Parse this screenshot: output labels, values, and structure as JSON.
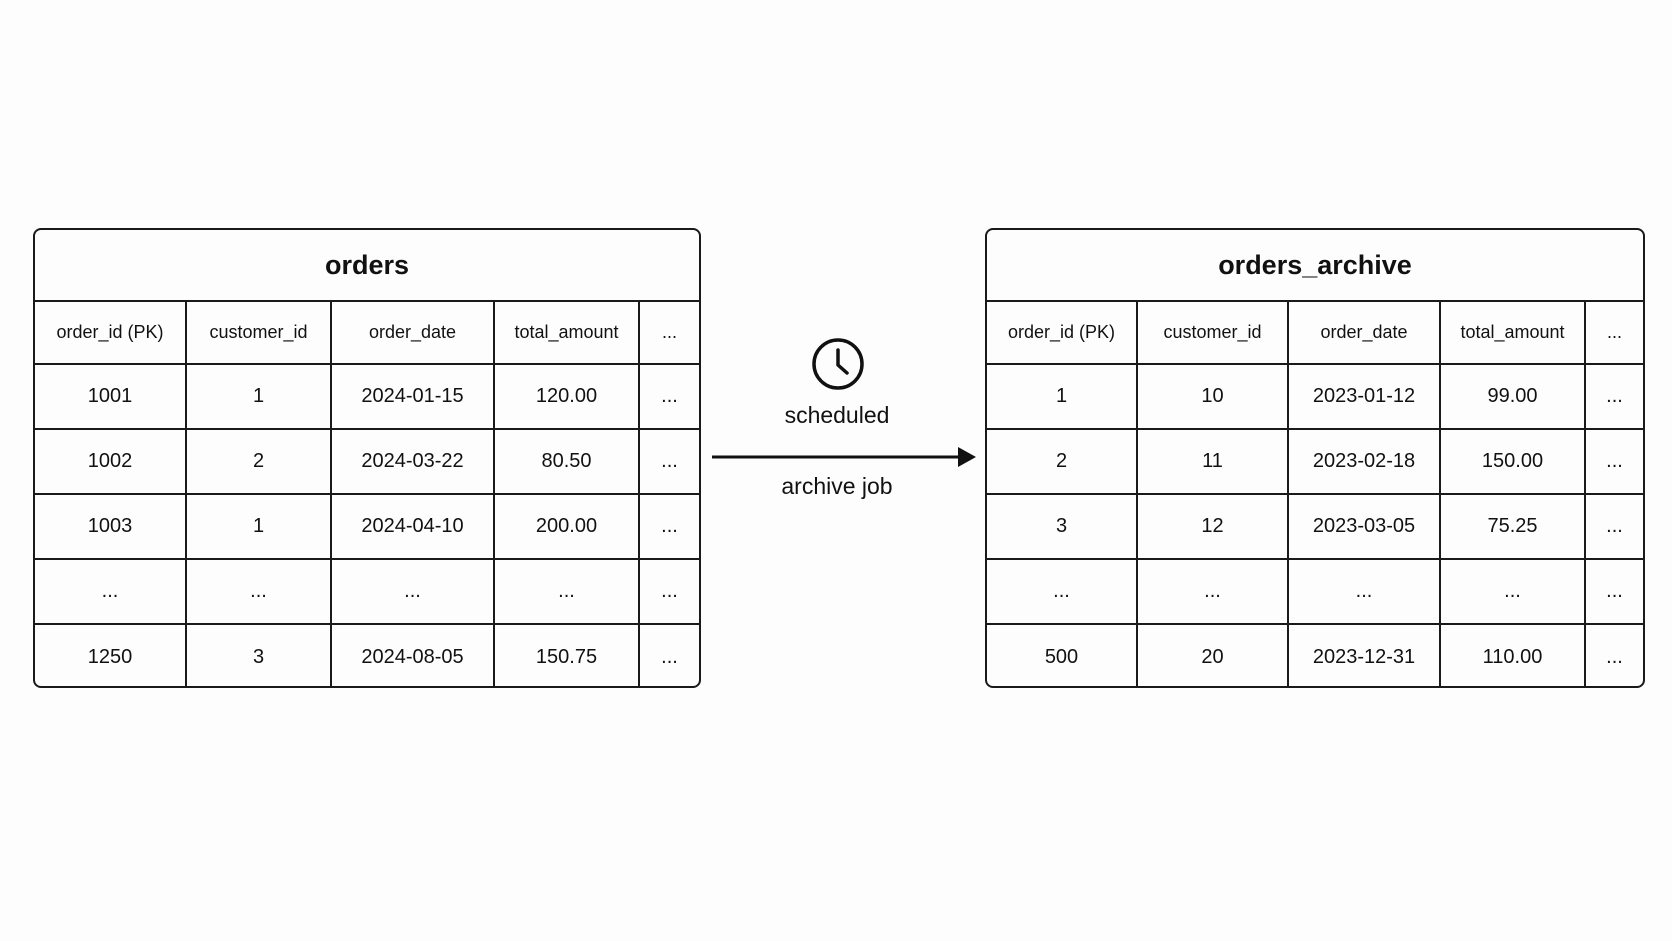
{
  "source_table": {
    "title": "orders",
    "columns": [
      "order_id (PK)",
      "customer_id",
      "order_date",
      "total_amount",
      "..."
    ],
    "rows": [
      [
        "1001",
        "1",
        "2024-01-15",
        "120.00",
        "..."
      ],
      [
        "1002",
        "2",
        "2024-03-22",
        "80.50",
        "..."
      ],
      [
        "1003",
        "1",
        "2024-04-10",
        "200.00",
        "..."
      ],
      [
        "...",
        "...",
        "...",
        "...",
        "..."
      ],
      [
        "1250",
        "3",
        "2024-08-05",
        "150.75",
        "..."
      ]
    ]
  },
  "process": {
    "icon": "clock-icon",
    "label_top": "scheduled",
    "label_bottom": "archive job"
  },
  "target_table": {
    "title": "orders_archive",
    "columns": [
      "order_id (PK)",
      "customer_id",
      "order_date",
      "total_amount",
      "..."
    ],
    "rows": [
      [
        "1",
        "10",
        "2023-01-12",
        "99.00",
        "..."
      ],
      [
        "2",
        "11",
        "2023-02-18",
        "150.00",
        "..."
      ],
      [
        "3",
        "12",
        "2023-03-05",
        "75.25",
        "..."
      ],
      [
        "...",
        "...",
        "...",
        "...",
        "..."
      ],
      [
        "500",
        "20",
        "2023-12-31",
        "110.00",
        "..."
      ]
    ]
  }
}
